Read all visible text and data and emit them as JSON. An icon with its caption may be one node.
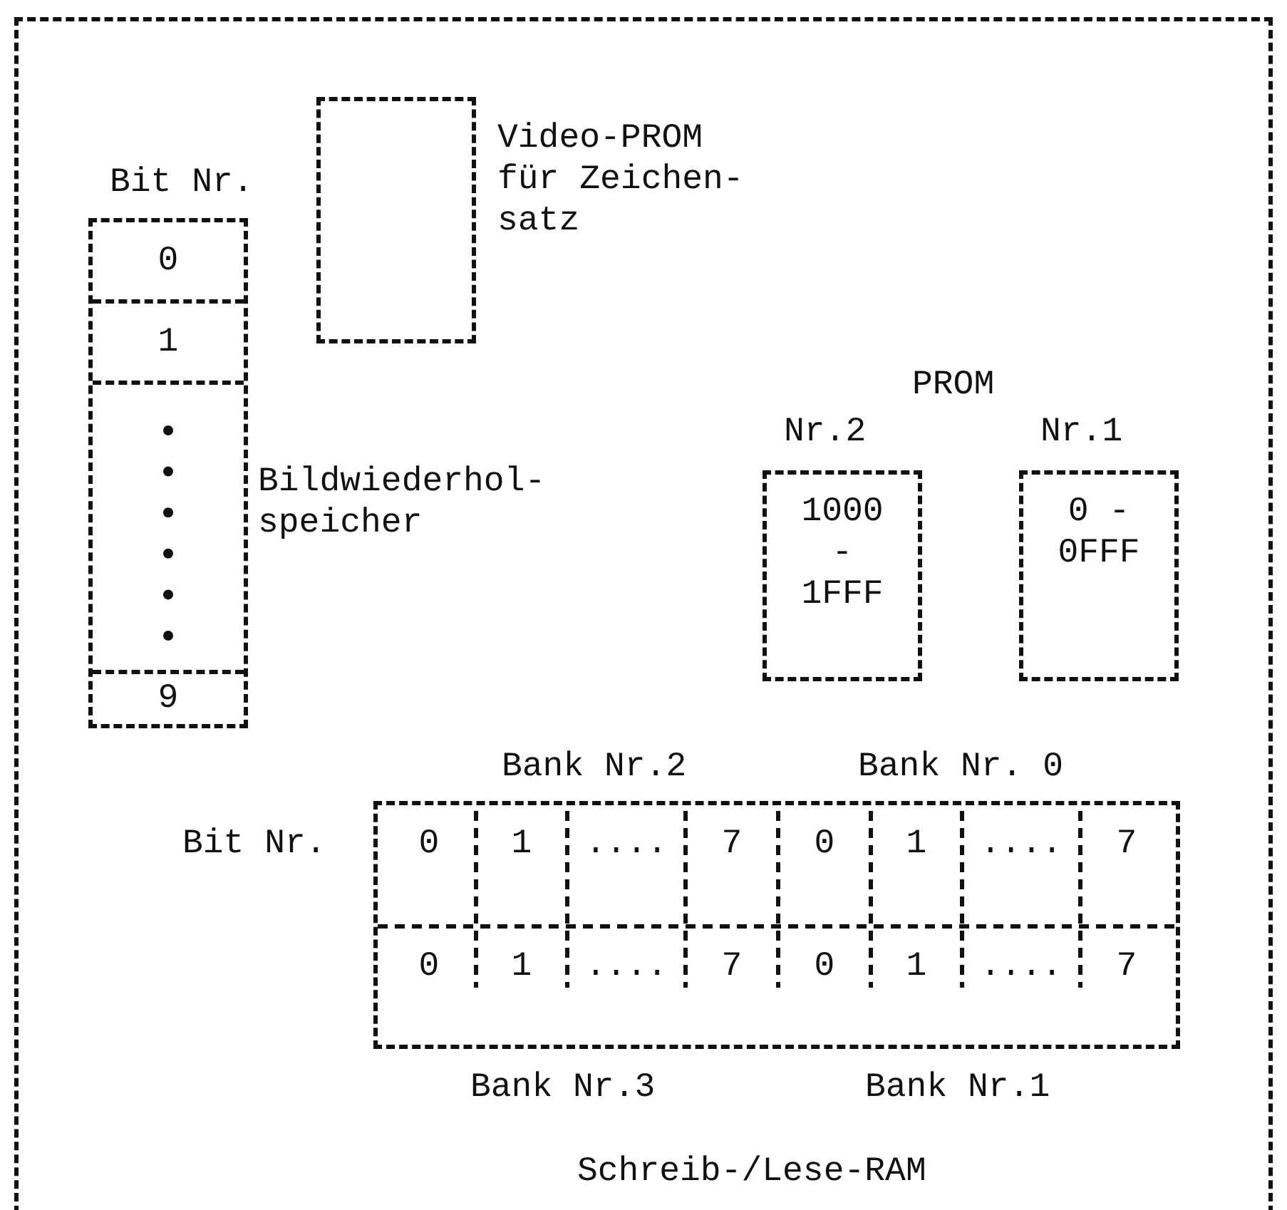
{
  "diagram": {
    "nodes": [
      {
        "text": [],
        "shape": "box"
      },
      {
        "text": [
          "Bit Nr."
        ],
        "beside": [
          "Bildwiederhol- speicher"
        ],
        "in": 0
      },
      {
        "text": [
          "0"
        ],
        "in": 1
      },
      {
        "text": [
          "1"
        ],
        "in": 1
      },
      {
        "text": [],
        "shape": "box",
        "in": 1
      },
      {
        "text": [
          "9"
        ],
        "in": 1
      },
      {
        "text": [],
        "shape": "box",
        "beside": [
          "Video-PROM für Zeichen- satz"
        ],
        "in": 0
      },
      {
        "text": [
          "Nr.2",
          "1000 - 1FFF"
        ],
        "in": 0
      },
      {
        "text": [
          "Nr.1",
          "0 - 0FFF"
        ],
        "in": 0
      },
      {
        "text": [],
        "shape": "box",
        "beside": [
          "Bit Nr.",
          "Bank Nr.2",
          "Bank Nr. 0",
          "Bank Nr.3",
          "Bank Nr.1",
          "Schreib-/Lese-RAM"
        ],
        "in": 0
      }
    ],
    "edges": [],
    "labels": [
      "PROM",
      "0",
      "1",
      "....",
      "7",
      "0",
      "1",
      "....",
      "7",
      "0",
      "1",
      "....",
      "7",
      "0",
      "1",
      "....",
      "7"
    ]
  }
}
